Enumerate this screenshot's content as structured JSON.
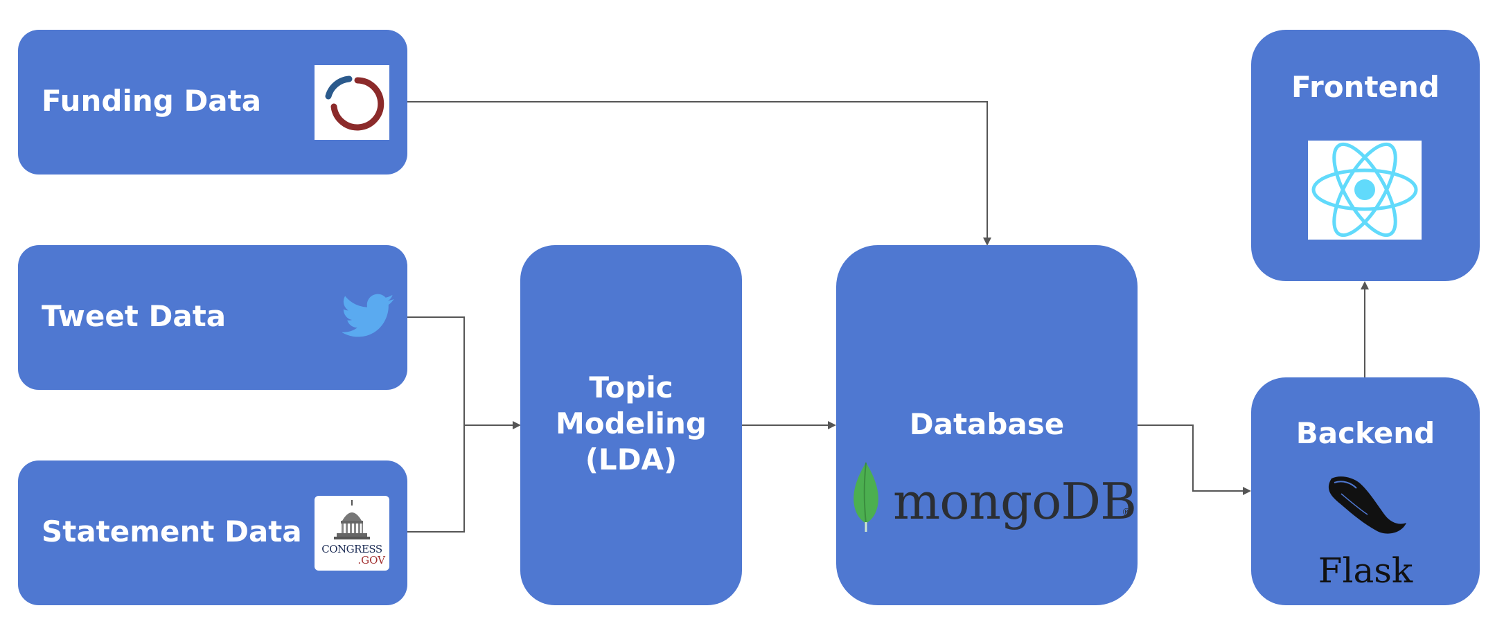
{
  "nodes": {
    "funding": {
      "label": "Funding Data"
    },
    "tweet": {
      "label": "Tweet Data"
    },
    "statement": {
      "label": "Statement Data"
    },
    "topic": {
      "line1": "Topic",
      "line2": "Modeling",
      "line3": "(LDA)"
    },
    "database": {
      "label": "Database"
    },
    "backend": {
      "label": "Backend"
    },
    "frontend": {
      "label": "Frontend"
    }
  },
  "logos": {
    "congress": {
      "line1": "CONGRESS",
      "line2": ".GOV"
    },
    "mongodb": {
      "text": "mongoDB",
      "mark": "®"
    },
    "flask": {
      "text": "Flask"
    }
  },
  "colors": {
    "box": "#4f78d1",
    "arrow": "#555555",
    "funding_ring_red": "#8b2a2a",
    "funding_ring_blue": "#2b5a8c",
    "twitter_blue": "#5aaaf0",
    "react_cyan": "#61dafb",
    "mongo_green": "#4caf50"
  }
}
